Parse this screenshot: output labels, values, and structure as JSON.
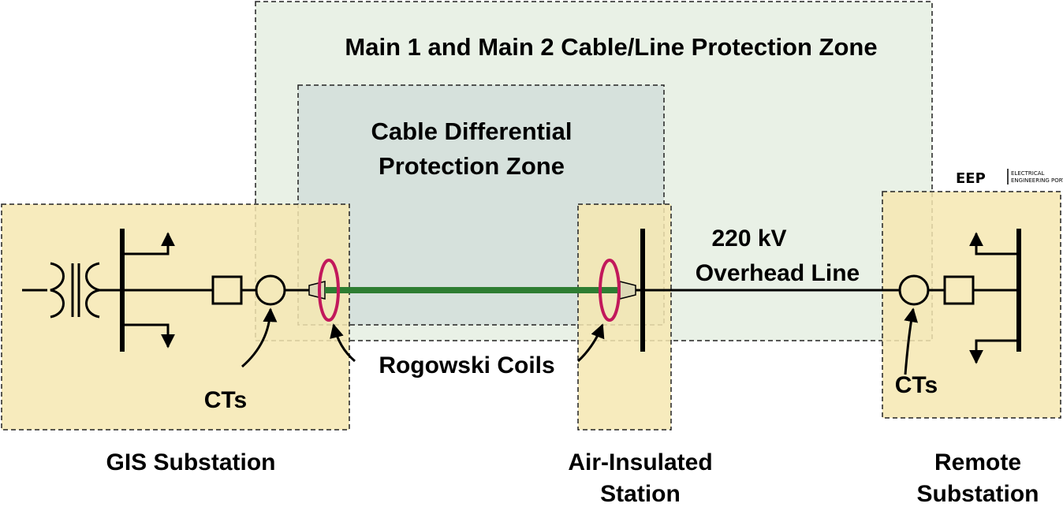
{
  "zones": {
    "main_protection": "Main 1 and Main 2 Cable/Line Protection Zone",
    "cable_differential_line1": "Cable Differential",
    "cable_differential_line2": "Protection Zone"
  },
  "labels": {
    "overhead_line_1": "220 kV",
    "overhead_line_2": "Overhead Line",
    "rogowski": "Rogowski Coils",
    "cts_left": "CTs",
    "cts_right": "CTs"
  },
  "stations": {
    "gis": "GIS Substation",
    "air_insulated_1": "Air-Insulated",
    "air_insulated_2": "Station",
    "remote_1": "Remote",
    "remote_2": "Substation"
  },
  "logo": {
    "mark": "EEP",
    "text_1": "ELECTRICAL",
    "text_2": "ENGINEERING PORTAL"
  },
  "colors": {
    "cable": "#2e7d32",
    "rogowski_coil": "#c2185b",
    "station_zone": "#f6e7b1",
    "main_zone": "#e9f1e6",
    "cable_zone": "#d6e1dc"
  }
}
